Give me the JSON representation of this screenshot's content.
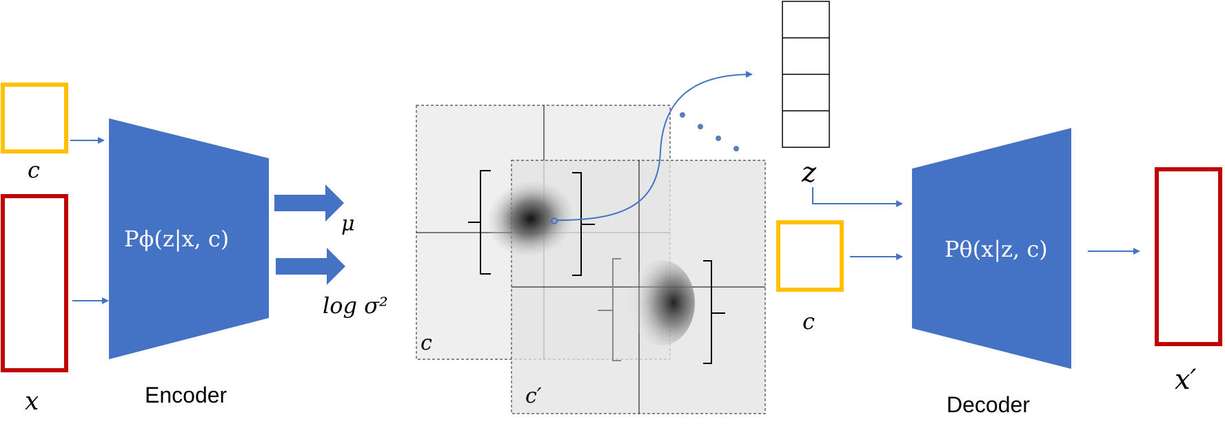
{
  "colors": {
    "block_blue": "#4472C4",
    "arrow_blue": "#4472C4",
    "condition_yellow": "#FFC000",
    "input_red": "#C00000",
    "panel_gray": "#EFEFEF"
  },
  "inputs": {
    "condition_label": "c",
    "x_label": "x"
  },
  "encoder": {
    "formula": "Pϕ(z|x, c)",
    "caption": "Encoder"
  },
  "outputs": {
    "mu": "μ",
    "logvar": "log σ²"
  },
  "latent": {
    "panel_c_label": "c",
    "panel_c_prime_label": "c′",
    "z_label": "z",
    "z_cells": 4
  },
  "decoder": {
    "condition_label": "c",
    "formula": "Pθ(x|z, c)",
    "caption": "Decoder",
    "output_label": "x′"
  }
}
